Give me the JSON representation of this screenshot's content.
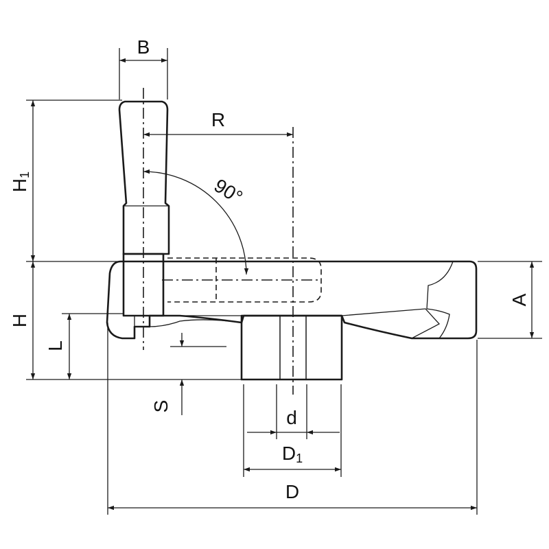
{
  "diagram": {
    "colors": {
      "part_fill": "#cfe3ef",
      "outline": "#1a1a1a",
      "hatch": "#1a1a1a",
      "background": "#ffffff"
    },
    "labels": {
      "B": "B",
      "R": "R",
      "angle": "90°",
      "H1_main": "H",
      "H1_sub": "1",
      "H": "H",
      "L": "L",
      "S": "S",
      "A": "A",
      "d": "d",
      "D1_main": "D",
      "D1_sub": "1",
      "D": "D"
    }
  }
}
